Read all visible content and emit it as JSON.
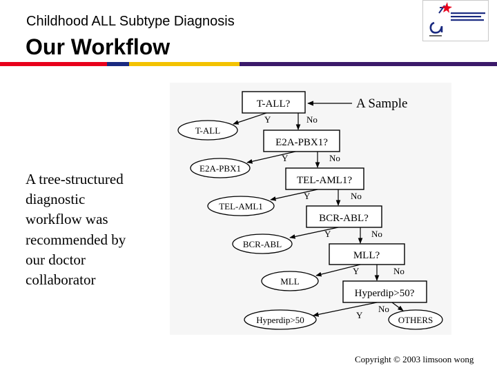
{
  "slide": {
    "subtitle": "Childhood ALL Subtype Diagnosis",
    "title": "Our Workflow",
    "body_lines": [
      "A tree-structured",
      "diagnostic",
      "workflow was",
      "recommended by",
      "our doctor",
      "collaborator"
    ],
    "copyright": "Copyright © 2003 limsoon wong"
  },
  "colors": {
    "accent_red": "#e8001c",
    "accent_navy": "#1a2a80",
    "accent_yellow": "#f3c200",
    "accent_purple": "#3b1a6a"
  },
  "diagram": {
    "start_label": "A Sample",
    "questions": [
      "T-ALL?",
      "E2A-PBX1?",
      "TEL-AML1?",
      "BCR-ABL?",
      "MLL?",
      "Hyperdip>50?"
    ],
    "outcomes": [
      "T-ALL",
      "E2A-PBX1",
      "TEL-AML1",
      "BCR-ABL",
      "MLL",
      "Hyperdip>50",
      "OTHERS"
    ],
    "yes_label": "Y",
    "no_label": "No"
  }
}
